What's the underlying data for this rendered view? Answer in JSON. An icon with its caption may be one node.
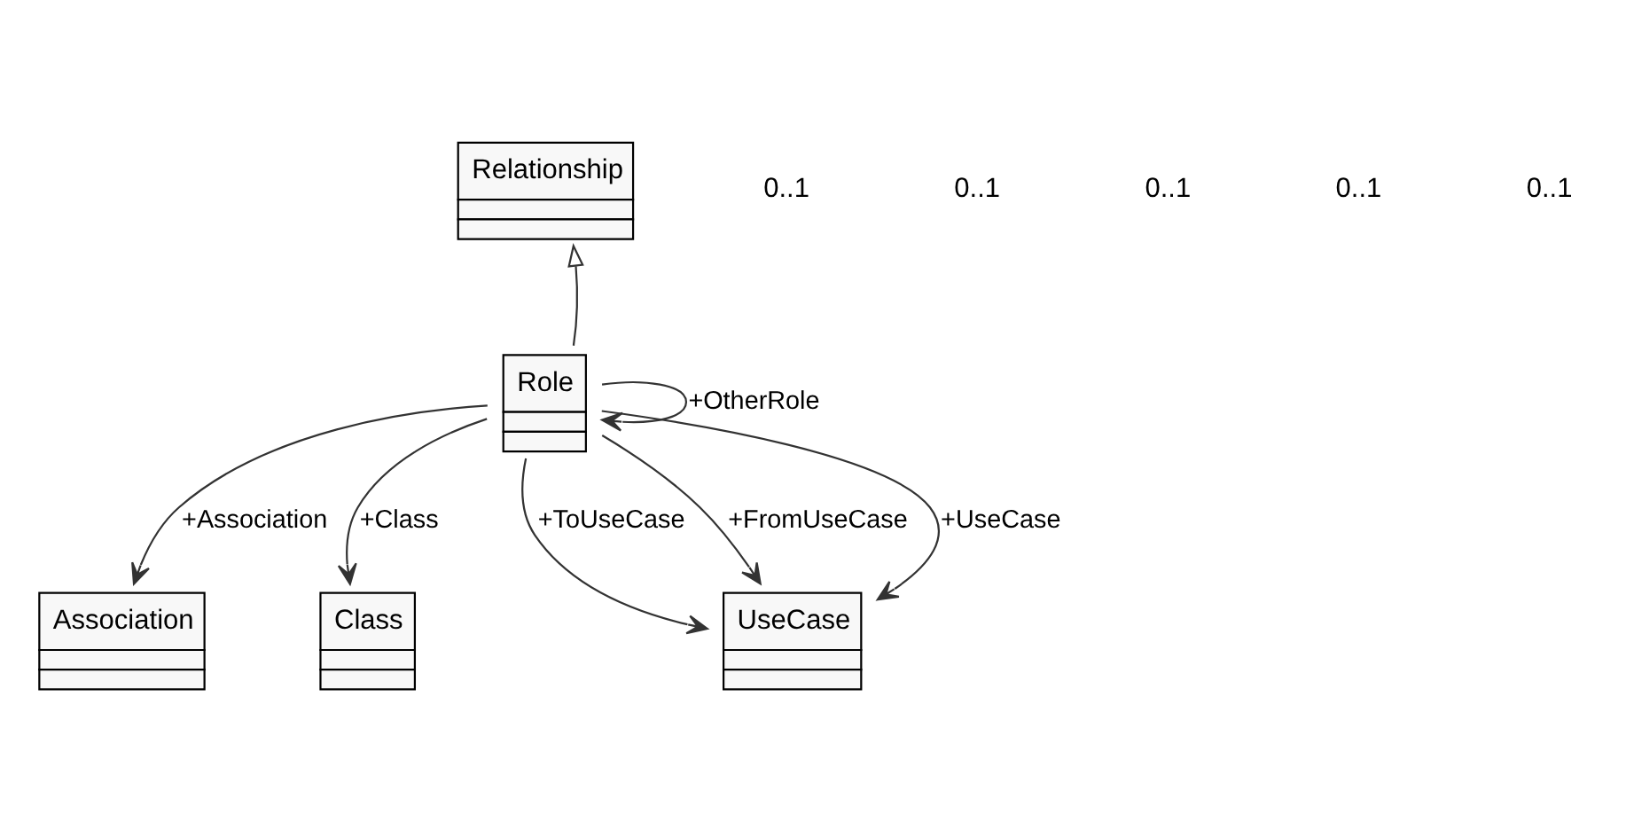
{
  "diagram": {
    "nodes": [
      {
        "text": [
          "Relationship"
        ]
      },
      {
        "text": [
          "Association"
        ]
      },
      {
        "text": [
          "Role"
        ]
      },
      {
        "text": [
          "Class"
        ]
      },
      {
        "text": [
          "UseCase"
        ]
      }
    ],
    "edges": [
      {
        "from": 2,
        "to": 0,
        "arrow": "to"
      },
      {
        "from": 2,
        "to": 1,
        "arrow": "to",
        "label": "+Association"
      },
      {
        "from": 2,
        "to": 3,
        "arrow": "to",
        "label": "+Class"
      },
      {
        "from": 2,
        "to": 2,
        "arrow": "to",
        "label": "+OtherRole"
      },
      {
        "from": 2,
        "to": 4,
        "arrow": "to",
        "label": "+ToUseCase"
      },
      {
        "from": 2,
        "to": 4,
        "arrow": "to",
        "label": "+FromUseCase"
      },
      {
        "from": 2,
        "to": 4,
        "arrow": "to",
        "label": "+UseCase"
      }
    ],
    "labels": [
      "0..1",
      "0..1",
      "0..1",
      "0..1",
      "0..1"
    ]
  }
}
